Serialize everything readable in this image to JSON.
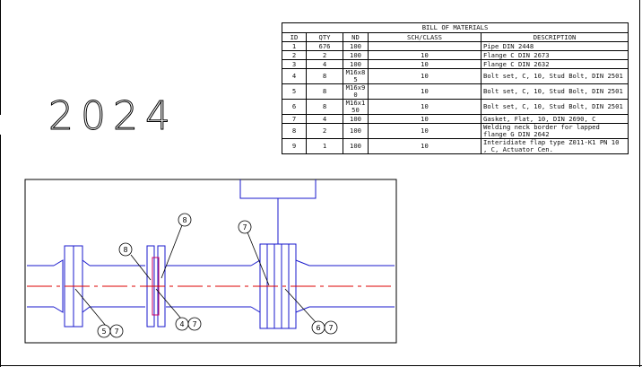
{
  "year": "2024",
  "bom": {
    "title": "BILL OF MATERIALS",
    "headers": [
      "ID",
      "QTY",
      "ND",
      "SCH/CLASS",
      "DESCRIPTION"
    ],
    "rows": [
      {
        "id": "1",
        "qty": "676",
        "nd": "100",
        "sch": "",
        "desc": "Pipe DIN 2448"
      },
      {
        "id": "2",
        "qty": "2",
        "nd": "100",
        "sch": "10",
        "desc": "Flange C DIN 2673"
      },
      {
        "id": "3",
        "qty": "4",
        "nd": "100",
        "sch": "10",
        "desc": "Flange C DIN 2632"
      },
      {
        "id": "4",
        "qty": "8",
        "nd": "M16x8 5",
        "sch": "10",
        "desc": "Bolt set, C, 10, Stud Bolt, DIN 2501"
      },
      {
        "id": "5",
        "qty": "8",
        "nd": "M16x9 0",
        "sch": "10",
        "desc": "Bolt set, C, 10, Stud Bolt, DIN 2501"
      },
      {
        "id": "6",
        "qty": "8",
        "nd": "M16x1 50",
        "sch": "10",
        "desc": "Bolt set, C, 10, Stud Bolt, DIN 2501"
      },
      {
        "id": "7",
        "qty": "4",
        "nd": "100",
        "sch": "10",
        "desc": "Gasket, Flat, 10, DIN 2690, C"
      },
      {
        "id": "8",
        "qty": "2",
        "nd": "100",
        "sch": "10",
        "desc": "Welding neck border for lapped flange G DIN 2642"
      },
      {
        "id": "9",
        "qty": "1",
        "nd": "100",
        "sch": "10",
        "desc": "Interidiate flap type Z011-K1 PN 10 , C, Actuator Cen."
      }
    ]
  },
  "callouts": {
    "b8_top": "8",
    "b8_left": "8",
    "b7_top": "7",
    "b5": "5",
    "b7_a": "7",
    "b4": "4",
    "b7_b": "7",
    "b6": "6",
    "b7_c": "7"
  },
  "colors": {
    "pipe": "#1a1acc",
    "centerline": "#dd0000",
    "gasket": "#cc0066",
    "ink": "#000000"
  }
}
